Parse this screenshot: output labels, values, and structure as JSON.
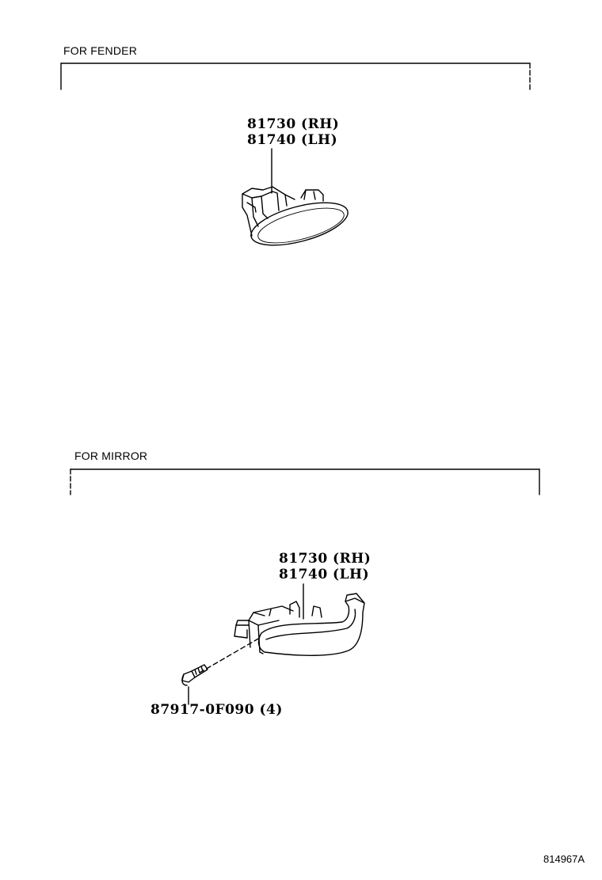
{
  "sections": {
    "fender": {
      "title": "FOR FENDER",
      "part_rh": "81730 (RH)",
      "part_lh": "81740 (LH)"
    },
    "mirror": {
      "title": "FOR MIRROR",
      "part_rh": "81730 (RH)",
      "part_lh": "81740 (LH)",
      "screw": "87917-0F090 (4)"
    }
  },
  "figure_id": "814967A"
}
